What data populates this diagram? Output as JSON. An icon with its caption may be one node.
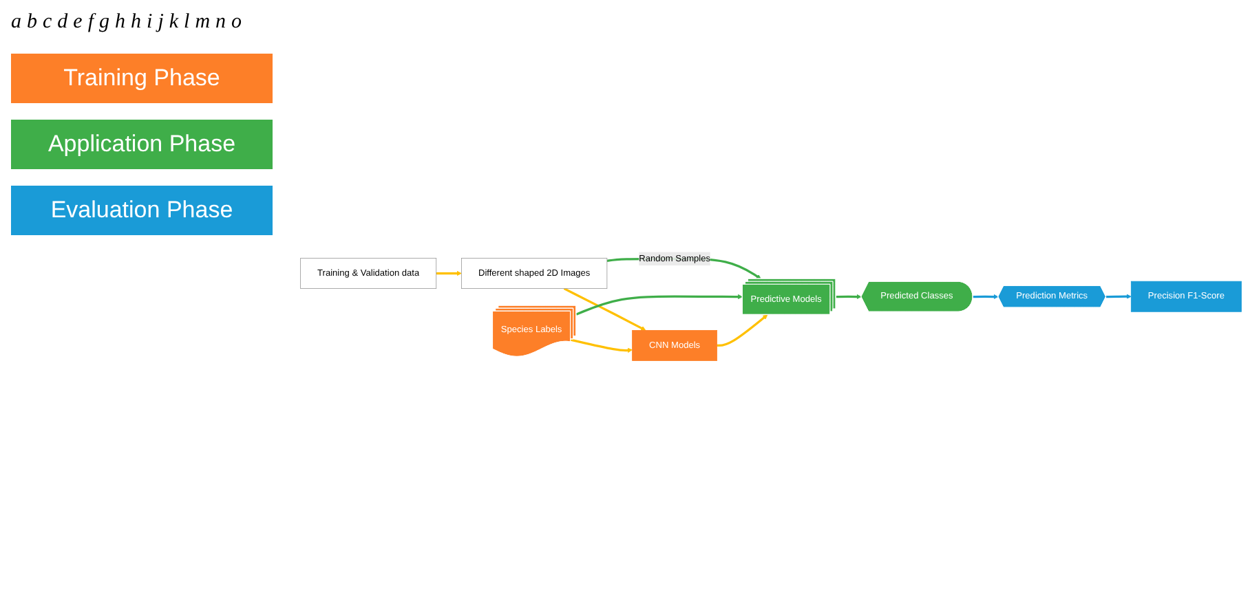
{
  "diagram": {
    "nodes": [
      {
        "text": [
          "Training & Validation data"
        ]
      },
      {
        "text": [
          "Different shaped 2D Images"
        ]
      },
      {
        "text": [
          "CNN Models"
        ]
      },
      {
        "text": [
          "Species Labels"
        ]
      },
      {
        "text": [
          "Predictive Models"
        ]
      },
      {
        "text": [
          "Predicted Classes"
        ]
      },
      {
        "text": [
          "Prediction Metrics"
        ]
      },
      {
        "text": [
          "Precision F1-Score"
        ]
      }
    ],
    "edges": [
      {
        "from": 0,
        "to": 1,
        "arrow": "to"
      },
      {
        "from": 1,
        "to": 2,
        "arrow": "to"
      },
      {
        "from": 3,
        "to": 2,
        "arrow": "to"
      },
      {
        "from": 1,
        "to": 4,
        "arrow": "to",
        "label": "Random Samples",
        "color": "#3fae49"
      },
      {
        "from": 3,
        "to": 4,
        "arrow": "to",
        "color": "#3fae49"
      },
      {
        "from": 2,
        "to": 4,
        "arrow": "to"
      },
      {
        "from": 4,
        "to": 5,
        "arrow": "to",
        "color": "#3fae49"
      },
      {
        "from": 5,
        "to": 6,
        "arrow": "to",
        "color": "#1a9bd7"
      },
      {
        "from": 6,
        "to": 7,
        "arrow": "to",
        "color": "#1a9bd7"
      }
    ],
    "labels": [
      "a",
      "b",
      "c",
      "d",
      "e",
      "f",
      "g",
      "h",
      "h",
      "i",
      "j",
      "k",
      "l",
      "m",
      "n",
      "o"
    ],
    "legend": [
      {
        "text": "Training Phase",
        "color": "#fd7f28"
      },
      {
        "text": "Application Phase",
        "color": "#3fae49"
      },
      {
        "text": "Evaluation Phase",
        "color": "#1a9bd7"
      }
    ]
  }
}
